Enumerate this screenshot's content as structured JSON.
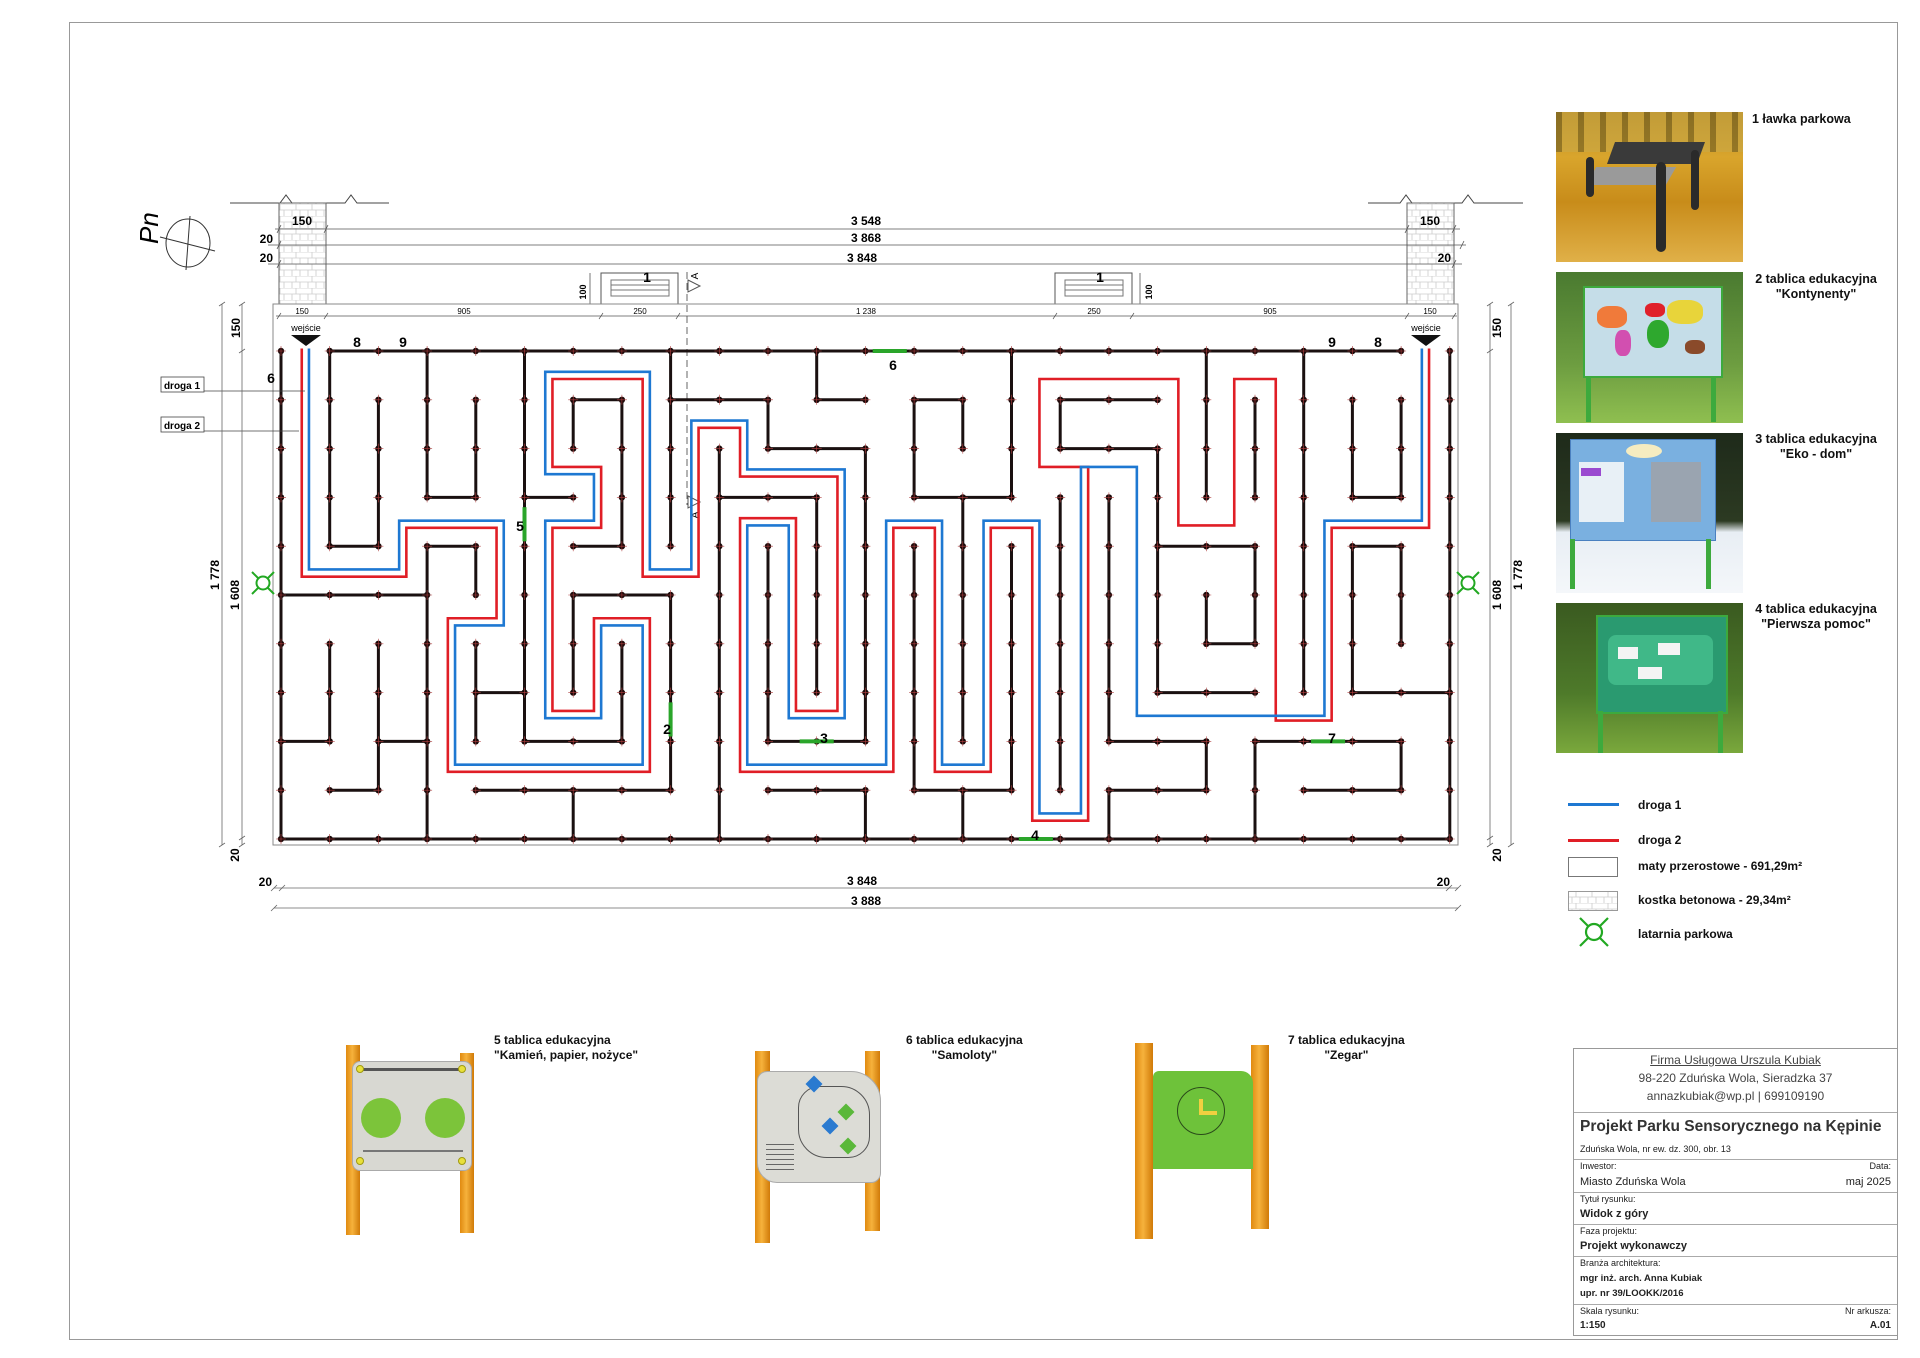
{
  "compass": {
    "label": "Pn"
  },
  "dimensions": {
    "top_pillar_left": "150",
    "top_pillar_right": "150",
    "top_inner": "3 548",
    "top_offset_left_1": "20",
    "top_overall": "3 868",
    "top_offset_left_2": "20",
    "top_maze": "3 848",
    "top_offset_right": "20",
    "bench_height_left": "100",
    "bench_height_right": "100",
    "row": [
      "150",
      "905",
      "250",
      "1 238",
      "250",
      "905",
      "150"
    ],
    "left_entry": "150",
    "left_overall": "1 778",
    "left_maze": "1 608",
    "left_bottom": "20",
    "right_entry": "150",
    "right_overall": "1 778",
    "right_maze": "1 608",
    "right_bottom": "20",
    "bottom_offset_left": "20",
    "bottom_maze": "3 848",
    "bottom_offset_right": "20",
    "bottom_overall": "3 888"
  },
  "plan": {
    "entrance_left": "wejście",
    "entrance_right": "wejście",
    "section_mark_top": "A",
    "section_mark_bottom": "A",
    "route_callouts": [
      "droga 1",
      "droga 2"
    ],
    "bench_markers": [
      "1",
      "1"
    ],
    "element_markers": {
      "m6_left": "6",
      "m8_left": "8",
      "m9_left": "9",
      "m9_right": "9",
      "m8_right": "8",
      "m6_top": "6",
      "m5": "5",
      "m2": "2",
      "m3": "3",
      "m4": "4",
      "m7": "7"
    }
  },
  "photos": [
    {
      "title": "1 ławka parkowa",
      "subtitle": ""
    },
    {
      "title": "2 tablica edukacyjna",
      "subtitle": "\"Kontynenty\""
    },
    {
      "title": "3 tablica edukacyjna",
      "subtitle": "\"Eko - dom\""
    },
    {
      "title": "4 tablica edukacyjna",
      "subtitle": "\"Pierwsza pomoc\""
    }
  ],
  "legend": [
    {
      "label": "droga 1",
      "icon": "blue-line"
    },
    {
      "label": "droga 2",
      "icon": "red-line"
    },
    {
      "label": "maty przerostowe - 691,29m²",
      "icon": "empty-rect"
    },
    {
      "label": "kostka betonowa - 29,34m²",
      "icon": "paver-rect"
    },
    {
      "label": "latarnia parkowa",
      "icon": "lantern-icon"
    }
  ],
  "boards": [
    {
      "title": "5 tablica edukacyjna",
      "subtitle": "\"Kamień, papier, nożyce\""
    },
    {
      "title": "6 tablica edukacyjna",
      "subtitle": "\"Samoloty\""
    },
    {
      "title": "7 tablica edukacyjna",
      "subtitle": "\"Zegar\""
    }
  ],
  "title_block": {
    "company": "Firma Usługowa Urszula Kubiak",
    "address": "98-220 Zduńska Wola, Sieradzka 37",
    "contact": "annazkubiak@wp.pl | 699109190",
    "project": "Projekt Parku Sensorycznego na Kępinie",
    "location": "Zduńska Wola, nr ew. dz. 300, obr. 13",
    "investor_label": "Inwestor:",
    "investor": "Miasto Zduńska Wola",
    "date_label": "Data:",
    "date": "maj 2025",
    "drawing_title_label": "Tytuł rysunku:",
    "drawing_title": "Widok z góry",
    "phase_label": "Faza projektu:",
    "phase": "Projekt wykonawczy",
    "discipline_label": "Branża architektura:",
    "designer": "mgr inż. arch. Anna Kubiak",
    "license": "upr. nr 39/LOOKK/2016",
    "scale_label": "Skala rysunku:",
    "scale": "1:150",
    "sheet_label": "Nr arkusza:",
    "sheet": "A.01"
  },
  "colors": {
    "route1": "#1e78d2",
    "route2": "#e01e26",
    "marker": "#2aa52a",
    "wall": "#1a1010",
    "lantern": "#22a822"
  }
}
